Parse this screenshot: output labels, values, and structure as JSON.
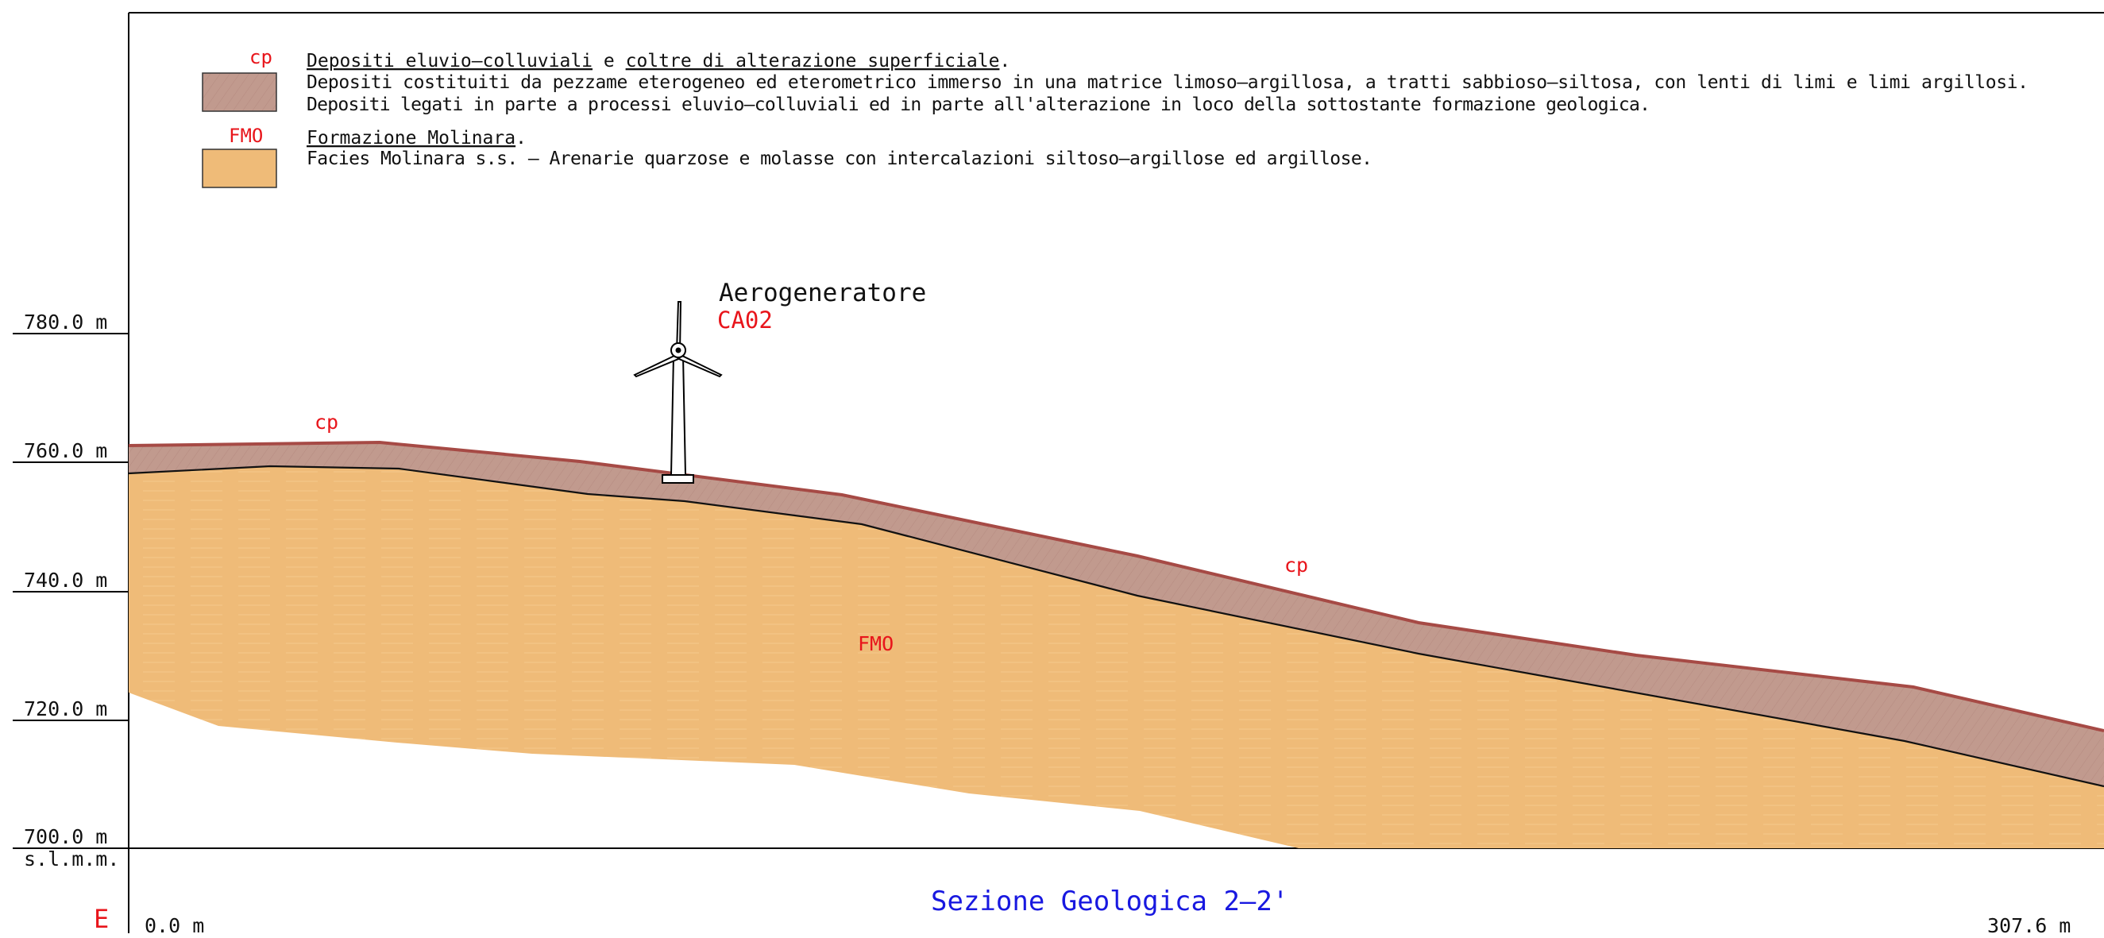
{
  "legend": {
    "cp": {
      "code": "cp",
      "heading_part1": "Depositi eluvio–colluviali",
      "connector": "e",
      "heading_part2": "coltre di alterazione superficiale",
      "line1": "Depositi costituiti da pezzame eterogeneo ed eterometrico immerso in una matrice limoso–argillosa, a tratti sabbioso–siltosa, con lenti di limi e limi argillosi.",
      "line2": "Depositi legati in parte a processi eluvio–colluviali ed in parte all'alterazione in loco della sottostante formazione geologica.",
      "color": "#c19a8e"
    },
    "fmo": {
      "code": "FMO",
      "heading": "Formazione Molinara",
      "line1": "Facies Molinara s.s. – Arenarie quarzose e molasse con intercalazioni siltoso–argillose ed argillose.",
      "color": "#efbb78"
    }
  },
  "axis": {
    "elevation_labels": [
      "780.0  m",
      "760.0  m",
      "740.0  m",
      "720.0  m",
      "700.0  m"
    ],
    "datum": "s.l.m.m.",
    "direction": "E",
    "start_distance": "0.0  m",
    "end_distance": "307.6  m"
  },
  "map_labels": {
    "cp_1": "cp",
    "cp_2": "cp",
    "fmo": "FMO"
  },
  "turbine": {
    "name": "Aerogeneratore",
    "code": "CA02"
  },
  "title": "Sezione Geologica 2–2'",
  "colors": {
    "cp_fill": "#c19a8e",
    "cp_top_line": "#a64a45",
    "fmo_fill": "#efbb78",
    "label_red": "#e8151b",
    "title_blue": "#1818e0"
  }
}
